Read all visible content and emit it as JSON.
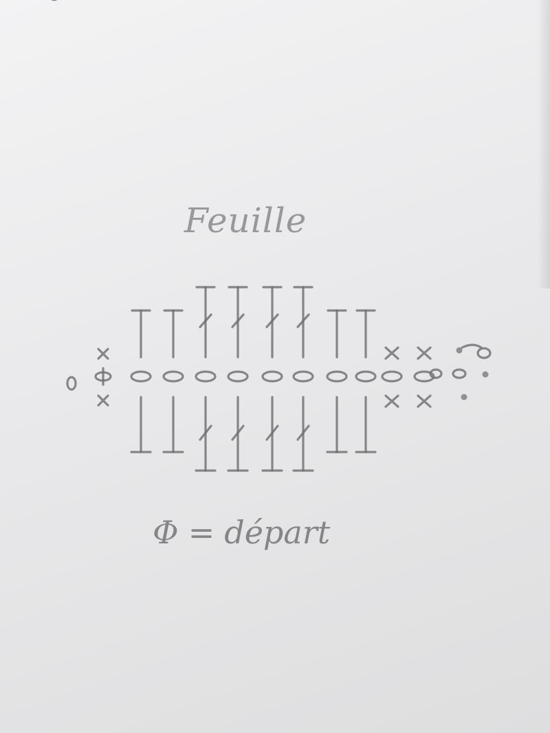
{
  "title": "Feuille",
  "legend": {
    "symbol": "Φ",
    "equals": "=",
    "meaning": "départ"
  },
  "diagram": {
    "kind": "crochet-chart",
    "foundation_chain_count": 10,
    "upper_row_stitches": [
      "T",
      "T",
      "F",
      "F",
      "F",
      "F",
      "T",
      "T",
      "x",
      "x"
    ],
    "lower_row_stitches": [
      "T",
      "T",
      "F",
      "F",
      "F",
      "F",
      "T",
      "T",
      "x",
      "x"
    ],
    "stitch_key": {
      "T": "half-treble-crochet",
      "F": "treble-crochet",
      "x": "single-crochet",
      "o": "chain",
      "•": "slip-stitch"
    },
    "ink_color": "#6f6f72",
    "paper_color": "#ececee"
  }
}
